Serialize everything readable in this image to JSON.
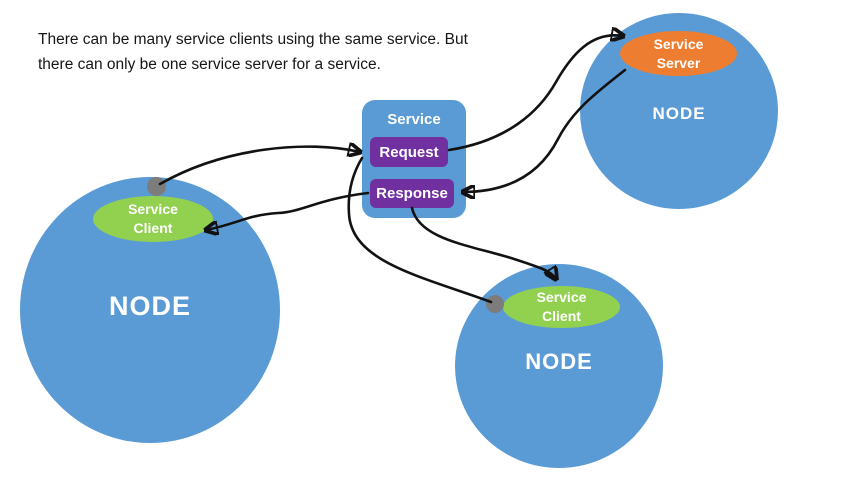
{
  "caption": {
    "line1": "There can be many service clients using the same service. But",
    "line2": "there can only be one service server for a service."
  },
  "service_panel": {
    "title": "Service",
    "request": "Request",
    "response": "Response"
  },
  "nodes": {
    "left": {
      "label": "NODE",
      "attachment": {
        "line1": "Service",
        "line2": "Client"
      }
    },
    "right": {
      "label": "NODE",
      "attachment": {
        "line1": "Service",
        "line2": "Server"
      }
    },
    "bottom": {
      "label": "NODE",
      "attachment": {
        "line1": "Service",
        "line2": "Client"
      }
    }
  },
  "edges": [
    {
      "from": "service-client-left",
      "to": "request"
    },
    {
      "from": "service-client-bottom",
      "to": "request"
    },
    {
      "from": "request",
      "to": "service-server"
    },
    {
      "from": "service-server",
      "to": "response"
    },
    {
      "from": "response",
      "to": "service-client-left"
    },
    {
      "from": "response",
      "to": "service-client-bottom"
    }
  ],
  "colors": {
    "node_fill": "#5B9BD5",
    "client_fill": "#92D050",
    "server_fill": "#ED7D31",
    "message_fill": "#7030A0",
    "connector": "#121212",
    "dot": "#7C7C7C",
    "text_on_shapes": "#FFFFFF",
    "caption_text": "#161616",
    "background": "#FFFFFF"
  }
}
